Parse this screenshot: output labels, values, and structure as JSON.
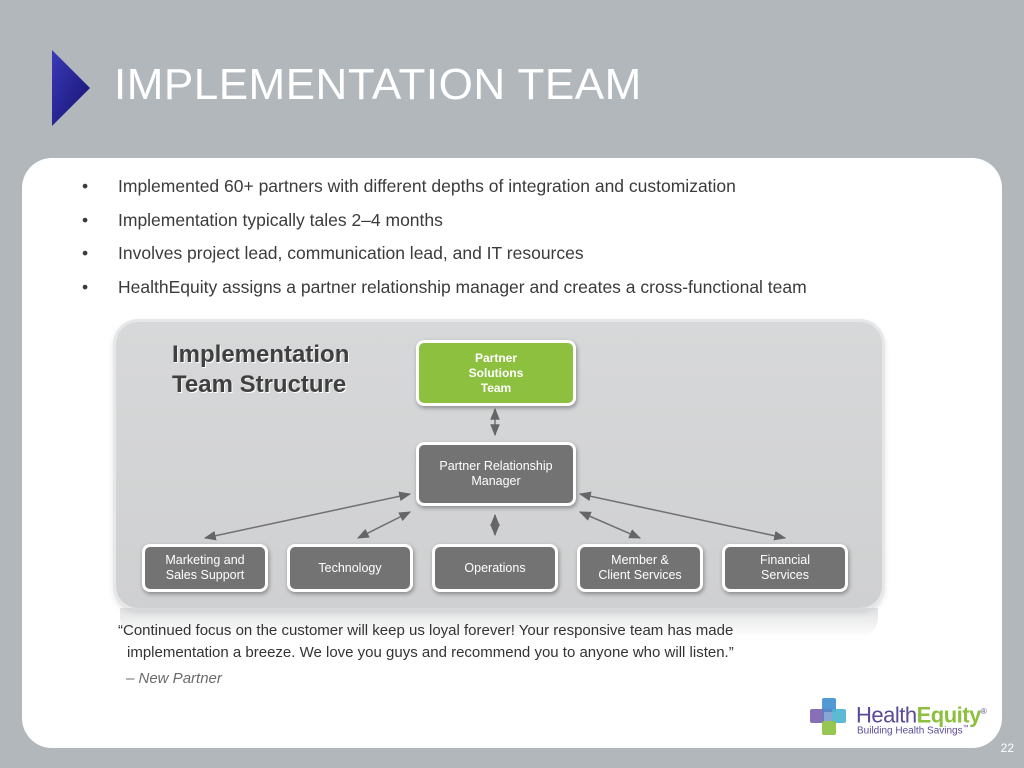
{
  "slide": {
    "title": "IMPLEMENTATION TEAM",
    "page_number": "22",
    "colors": {
      "background": "#b2b7bb",
      "accent_arrow": "#1e1a8c",
      "green_node": "#8dc03f",
      "gray_node": "#737373"
    }
  },
  "bullets": [
    {
      "marker": "•",
      "text": "Implemented 60+ partners with different depths of integration and customization"
    },
    {
      "marker": "•",
      "text": "Implementation typically tales 2–4 months"
    },
    {
      "marker": "•",
      "text": "Involves project lead, communication lead, and IT resources"
    },
    {
      "marker": "•",
      "text": "HealthEquity assigns a partner relationship manager and creates a cross-functional team"
    }
  ],
  "org_chart": {
    "title_line1": "Implementation",
    "title_line2": "Team Structure",
    "top": {
      "line1": "Partner",
      "line2": "Solutions",
      "line3": "Team"
    },
    "manager": {
      "line1": "Partner Relationship",
      "line2": "Manager"
    },
    "teams": [
      {
        "line1": "Marketing and",
        "line2": "Sales Support"
      },
      {
        "line1": "Technology",
        "line2": ""
      },
      {
        "line1": "Operations",
        "line2": ""
      },
      {
        "line1": "Member &",
        "line2": "Client Services"
      },
      {
        "line1": "Financial",
        "line2": "Services"
      }
    ]
  },
  "testimonial": {
    "line1": "“Continued focus on the customer will keep us loyal forever! Your responsive team has made",
    "line2": "implementation a breeze. We love you guys and recommend you to anyone who will listen.”",
    "attribution": "– New Partner"
  },
  "logo": {
    "word_part1": "Health",
    "word_part2": "Equity",
    "trademark": "®",
    "tagline": "Building Health Savings",
    "tagline_mark": "™",
    "icon": "overlapping-squares-icon"
  }
}
